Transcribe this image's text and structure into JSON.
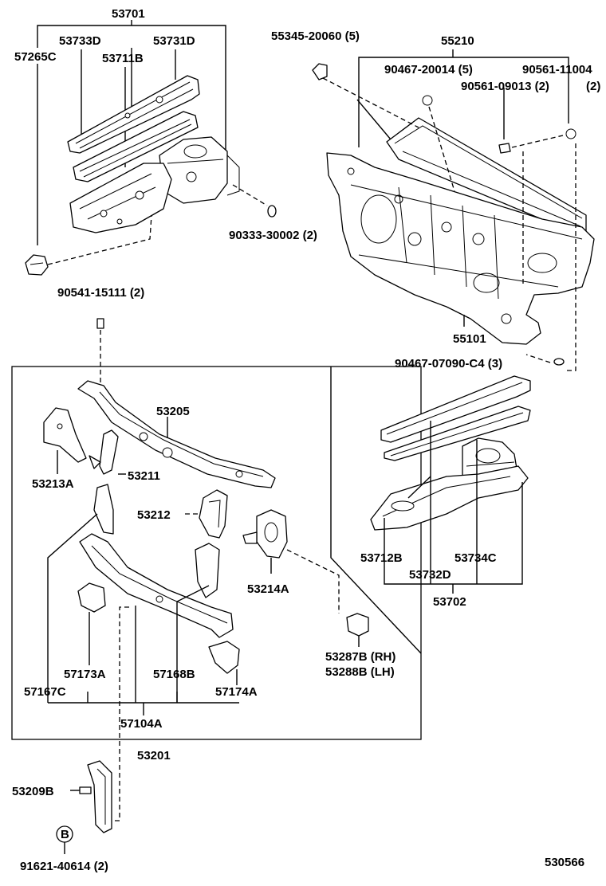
{
  "labels": {
    "l53701": "53701",
    "l53733D": "53733D",
    "l53731D": "53731D",
    "l57265C": "57265C",
    "l53711B": "53711B",
    "l55345": "55345-20060 (5)",
    "l55210": "55210",
    "l90467_20014": "90467-20014 (5)",
    "l90561_11004": "90561-11004",
    "l90561_11004_qty": "(2)",
    "l90561_09013": "90561-09013 (2)",
    "l90333": "90333-30002 (2)",
    "l90541": "90541-15111 (2)",
    "l55101": "55101",
    "l90467_07090": "90467-07090-C4 (3)",
    "l53205": "53205",
    "l53213A": "53213A",
    "l53211": "53211",
    "l53212": "53212",
    "l53214A": "53214A",
    "l53712B": "53712B",
    "l53734C": "53734C",
    "l53732D": "53732D",
    "l53702": "53702",
    "l53287B": "53287B (RH)",
    "l53288B": "53288B (LH)",
    "l57173A": "57173A",
    "l57168B": "57168B",
    "l57167C": "57167C",
    "l57174A": "57174A",
    "l57104A": "57104A",
    "l53201": "53201",
    "l53209B": "53209B",
    "lB": "B",
    "l91621": "91621-40614 (2)",
    "figure_no": "530566"
  }
}
